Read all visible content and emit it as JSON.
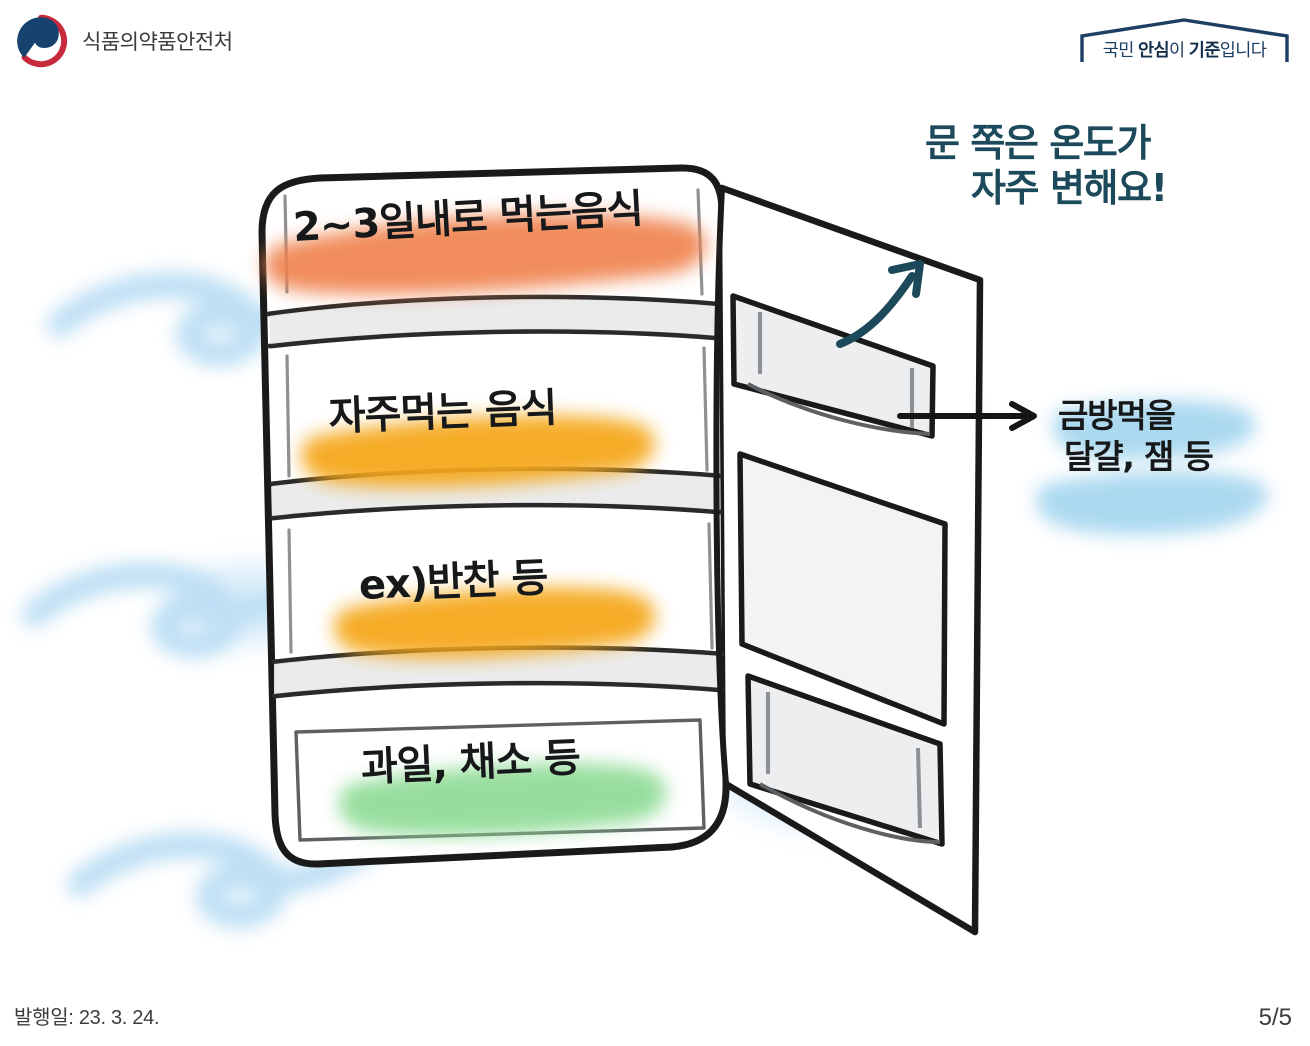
{
  "header": {
    "agency_name": "식품의약품안전처",
    "logo_icon": "korea-government-taegeuk-icon",
    "slogan_prefix": "국민 ",
    "slogan_bold1": "안심",
    "slogan_mid": "이 ",
    "slogan_bold2": "기준",
    "slogan_suffix": "입니다",
    "slogan_full": "국민 안심이 기준입니다",
    "slogan_frame_icon": "roof-bracket-icon"
  },
  "illustration": {
    "title_icon": "refrigerator-illustration",
    "shelves": [
      {
        "label": "2~3일내로 먹는음식",
        "highlight": "#F0834F",
        "name": "shelf-label-top"
      },
      {
        "label": "자주먹는 음식",
        "highlight": "#F7A61B",
        "name": "shelf-label-second"
      },
      {
        "label": "ex)반찬 등",
        "highlight": "#F5A81C",
        "name": "shelf-label-third"
      },
      {
        "label": "과일, 채소 등",
        "highlight": "#8FDB96",
        "name": "shelf-label-bottom"
      }
    ],
    "notes": [
      {
        "line1": "문 쪽은 온도가",
        "line2": "자주 변해요!",
        "color": "#1D4A5B",
        "arrow_icon": "arrow-up-right-icon",
        "name": "note-door-temperature"
      },
      {
        "line1": "금방먹을",
        "line2": "달걀, 잼 등",
        "highlight": "#A7D7EF",
        "color": "#16181A",
        "arrow_icon": "arrow-right-icon",
        "name": "note-door-shelf-items"
      }
    ],
    "background_icon": "blue-watercolor-swirls"
  },
  "footer": {
    "issue_date_label": "발행일: 23. 3. 24.",
    "page_indicator": "5/5"
  },
  "colors": {
    "orange": "#F0834F",
    "amber": "#F5A81C",
    "green": "#8FDB96",
    "sky": "#A7D7EF",
    "teal": "#1D4A5B",
    "ink": "#16181A",
    "gov_navy": "#16436E",
    "gov_red": "#C8293C"
  }
}
